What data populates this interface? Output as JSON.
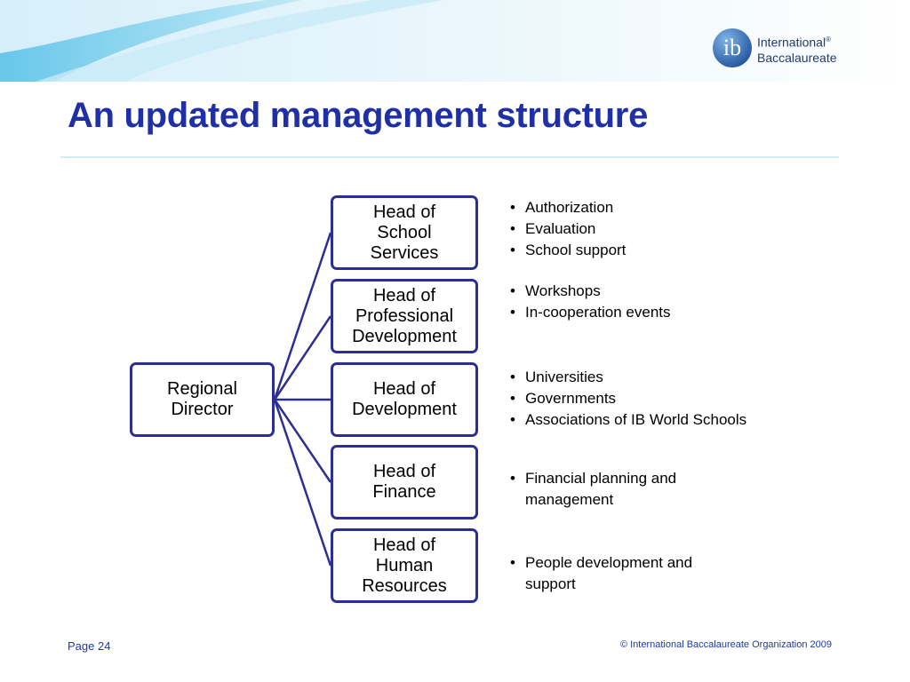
{
  "slide": {
    "title": "An updated management structure",
    "page_label": "Page 24",
    "copyright": "© International Baccalaureate Organization 2009"
  },
  "logo": {
    "mark": "ib",
    "line1": "International",
    "line2": "Baccalaureate",
    "registered": "®"
  },
  "diagram": {
    "root": "Regional\nDirector",
    "heads": [
      {
        "label": "Head of\nSchool\nServices",
        "bullets": [
          "Authorization",
          "Evaluation",
          "School support"
        ]
      },
      {
        "label": "Head of\nProfessional\nDevelopment",
        "bullets": [
          "Workshops",
          "In-cooperation events"
        ]
      },
      {
        "label": "Head of\nDevelopment",
        "bullets": [
          "Universities",
          "Governments",
          "Associations of IB World Schools"
        ]
      },
      {
        "label": "Head of\nFinance",
        "bullets": [
          "Financial planning and\nmanagement"
        ]
      },
      {
        "label": "Head of\nHuman\nResources",
        "bullets": [
          "People development and\nsupport"
        ]
      }
    ]
  },
  "colors": {
    "title": "#1f2fa6",
    "box_border": "#2b2f93",
    "connector": "#2b2f93",
    "banner_light": "#dff3fb",
    "banner_mid": "#8fd6ee",
    "footer_text": "#1f3a9e"
  }
}
